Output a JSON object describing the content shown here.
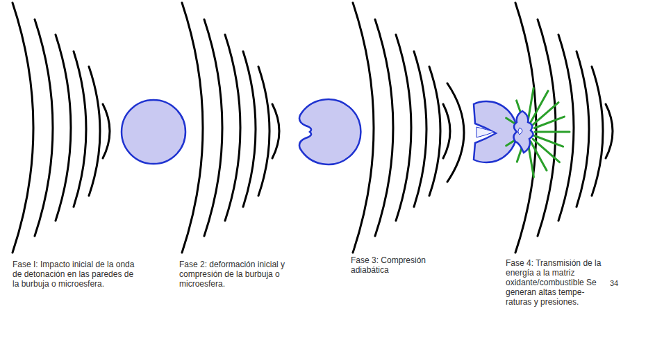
{
  "diagram": {
    "labels": [
      "Fase I: Impacto inicial de la onda de detonación en las paredes de la burbuja o microesfera.",
      "Fase 2: deformación inicial y compresión de la burbuja o microesfera.",
      "Fase 3: Compresión adiabática",
      "Fase 4: Transmisión de la energía a la matriz oxidante/combustible Se generan altas tempe-raturas y presiones.",
      "34"
    ]
  }
}
